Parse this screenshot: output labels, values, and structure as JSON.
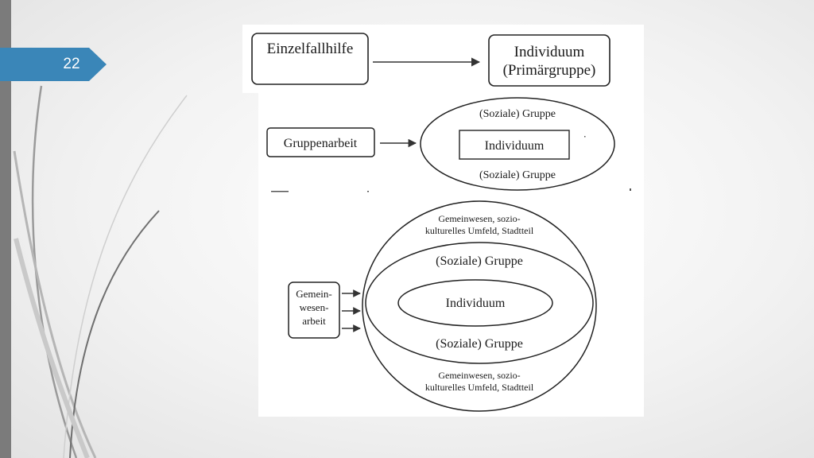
{
  "slide": {
    "number": "22"
  },
  "diagram": {
    "row1": {
      "source": "Einzelfallhilfe",
      "target_line1": "Individuum",
      "target_line2": "(Primärgruppe)"
    },
    "row2": {
      "source": "Gruppenarbeit",
      "outer_top": "(Soziale) Gruppe",
      "inner": "Individuum",
      "outer_bottom": "(Soziale) Gruppe"
    },
    "row3": {
      "source_line1": "Gemein-",
      "source_line2": "wesen-",
      "source_line3": "arbeit",
      "outer_top_line1": "Gemeinwesen, sozio-",
      "outer_top_line2": "kulturelles Umfeld, Stadtteil",
      "middle_top": "(Soziale) Gruppe",
      "inner": "Individuum",
      "middle_bottom": "(Soziale) Gruppe",
      "outer_bottom_line1": "Gemeinwesen, sozio-",
      "outer_bottom_line2": "kulturelles Umfeld, Stadtteil"
    }
  }
}
